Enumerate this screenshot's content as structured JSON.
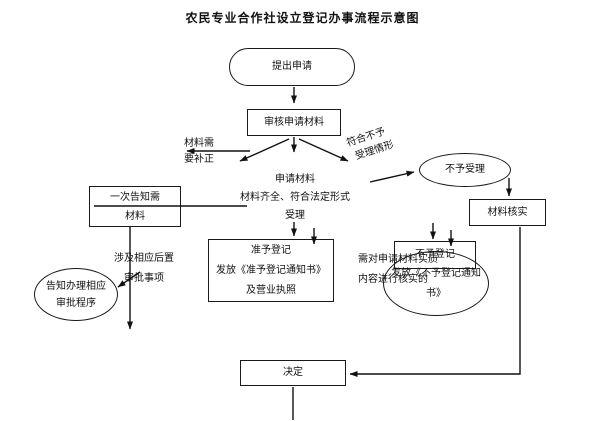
{
  "title": "农民专业合作社设立登记办事流程示意图",
  "flowchart": {
    "submit": {
      "label": "提出申请"
    },
    "review": {
      "label": "审核申请材料"
    },
    "correction_label": {
      "line1": "材料需",
      "line2": "要补正"
    },
    "not_accept_condition_label": {
      "line1": "符合不予",
      "line2": "受理情形"
    },
    "not_accept": {
      "label": "不予受理"
    },
    "accept_label": {
      "line1": "申请材料",
      "line2": "材料齐全、符合法定形式",
      "line3": "受理"
    },
    "notify_once": {
      "line1": "一次告知需",
      "line2": "材料"
    },
    "post_approval_label": {
      "line1": "涉及相应后置",
      "line2": "审批事项"
    },
    "inform_procedure": {
      "line1": "告知办理相应",
      "line2": "审批程序"
    },
    "grant": {
      "line1": "准予登记",
      "line2": "发放《准予登记通知书》",
      "line3": "及营业执照"
    },
    "verify_need_label": {
      "line1": "需对申请材料实质",
      "line2": "内容进行核实的"
    },
    "deny": {
      "label": "不予登记"
    },
    "deny_notice": {
      "line1": "发放《不予登记通知",
      "line2": "书》"
    },
    "verify": {
      "label": "材料核实"
    },
    "decision": {
      "label": "决定"
    }
  }
}
